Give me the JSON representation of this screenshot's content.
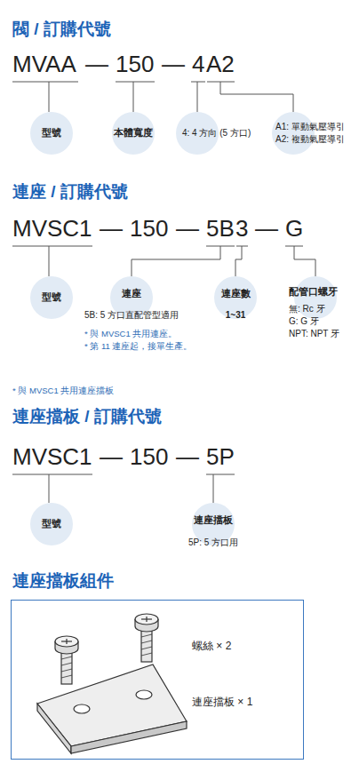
{
  "diagram": {
    "title": "閥 / 訂購代號",
    "nodes": [
      {
        "text": [
          "型號"
        ]
      },
      {
        "text": [
          "本體寬度"
        ]
      },
      {
        "text": [
          "4: 4 方向 (5 方口)"
        ]
      },
      {
        "text": [
          "A1: 單動氣壓導引",
          "A2: 複動氣壓導引"
        ]
      },
      {
        "text": [
          "型號"
        ]
      },
      {
        "text": [
          "連座",
          "5B: 5 方口直配管型適用"
        ]
      },
      {
        "text": [
          "連座數",
          "1~31"
        ]
      },
      {
        "text": [
          "配管口螺牙",
          "無: Rc 牙",
          "G: G 牙",
          "NPT: NPT 牙"
        ]
      },
      {
        "text": [
          "型號"
        ]
      },
      {
        "text": [
          "連座擋板",
          "5P: 5 方口用"
        ]
      },
      {
        "text": [
          "螺絲 × 2",
          "連座擋板 × 1"
        ]
      }
    ],
    "labels": [
      "MVAA",
      "—",
      "150",
      "—",
      "4",
      "A2",
      "連座 / 訂購代號",
      "MVSC1",
      "—",
      "150",
      "—",
      "5B",
      "3",
      "—",
      "G",
      "* 與 MVSC1 共用連座。",
      "* 第 11 連座起，接單生產。",
      "* 與 MVSC1 共用連座擋板",
      "連座擋板 / 訂購代號",
      "MVSC1",
      "—",
      "150",
      "—",
      "5P",
      "連座擋板組件"
    ]
  }
}
